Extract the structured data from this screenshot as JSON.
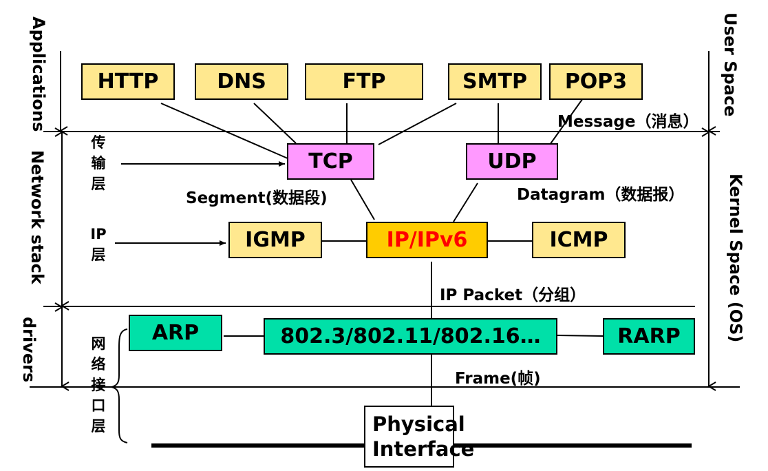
{
  "side_labels": {
    "applications": "Applications",
    "network_stack": "Network stack",
    "drivers": "drivers",
    "user_space": "User Space",
    "kernel_space": "Kernel Space (OS)"
  },
  "layer_labels": {
    "transport": [
      "传",
      "输",
      "层"
    ],
    "ip": [
      "IP",
      "层"
    ],
    "network_interface": [
      "网",
      "络",
      "接",
      "口",
      "层"
    ]
  },
  "application_protocols": [
    "HTTP",
    "DNS",
    "FTP",
    "SMTP",
    "POP3"
  ],
  "transport_protocols": [
    "TCP",
    "UDP"
  ],
  "ip_layer": {
    "left": "IGMP",
    "center": "IP/IPv6",
    "right": "ICMP"
  },
  "link_layer": {
    "left": "ARP",
    "center": "802.3/802.11/802.16…",
    "right": "RARP"
  },
  "physical": {
    "line1": "Physical",
    "line2": "Interface"
  },
  "data_units": {
    "message": "Message（消息）",
    "segment": "Segment(数据段)",
    "datagram": "Datagram（数据报）",
    "packet": "IP Packet（分组）",
    "frame": "Frame(帧)"
  },
  "colors": {
    "application": "#ffe88f",
    "transport": "#ff99ff",
    "ip_main": "#ffcc00",
    "ip_main_text": "#ff0000",
    "link": "#00e0a8"
  }
}
